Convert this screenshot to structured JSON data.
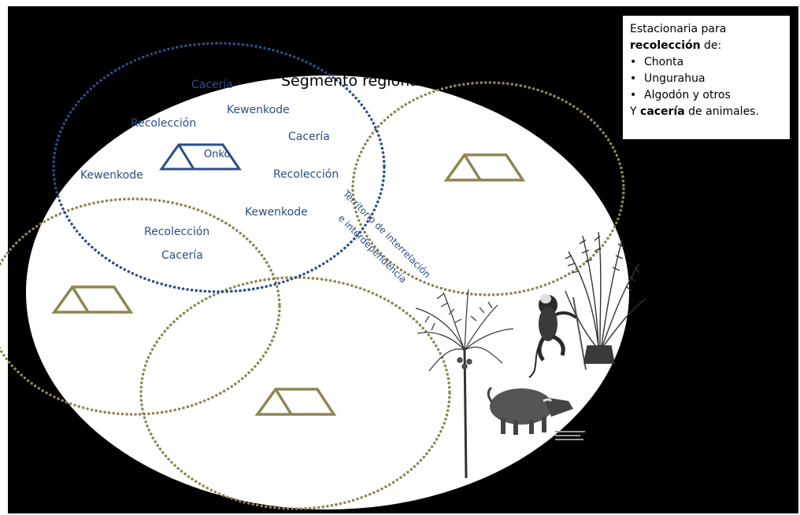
{
  "diagram": {
    "title": "Segmento regional",
    "central_house_label": "Onko",
    "inner_labels": [
      "Cacería",
      "Kewenkode",
      "Recolección",
      "Cacería",
      "Kewenkode",
      "Recolección",
      "Kewenkode",
      "Recolección",
      "Cacería"
    ],
    "overlap_label_line1": "Territorio de interrelación",
    "overlap_label_line2": "e interdependencia",
    "colors": {
      "background": "#000000",
      "main_ellipse_fill": "#ffffff",
      "blue_circle_stroke": "#2b4e86",
      "olive_circle_stroke": "#8e8553",
      "house_olive": "#8e8553",
      "house_blue": "#2b4e86",
      "text_blue": "#2b4e86"
    },
    "images": [
      "palm-tree-illustration",
      "monkey-illustration",
      "cycad-plant-illustration",
      "peccary-illustration"
    ]
  },
  "legend": {
    "line1": "Estacionaria para",
    "line2_bold": "recolección",
    "line2_rest": " de:",
    "items": [
      "Chonta",
      "Ungurahua",
      "Algodón y otros"
    ],
    "last_prefix": "Y ",
    "last_bold": "cacería",
    "last_rest": " de animales."
  }
}
